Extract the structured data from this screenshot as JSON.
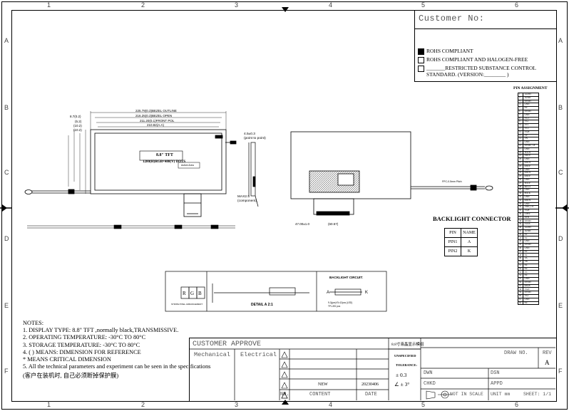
{
  "border": {
    "cols_top": [
      "1",
      "2",
      "3",
      "4",
      "5",
      "6"
    ],
    "cols_bottom": [
      "1",
      "2",
      "3",
      "4",
      "5",
      "6"
    ],
    "rows_left": [
      "A",
      "B",
      "C",
      "D",
      "E",
      "F"
    ],
    "rows_right": [
      "A",
      "B",
      "C",
      "D",
      "E",
      "F"
    ]
  },
  "customer": {
    "label": "Customer No:",
    "rohs": "ROHS COMPLIANT",
    "rohs_hf": "ROHS COMPLIANT  AND HALOGEN-FREE",
    "restricted_1": "_______RESTRICTED SUBSTANCE CONTROL",
    "restricted_2": "STANDARD. (VERSION:________ )"
  },
  "pin_assignment": {
    "title": "PIN ASSIGNMENT",
    "rows": [
      [
        "1",
        "AGND"
      ],
      [
        "2",
        "AVDD"
      ],
      [
        "3",
        "DVDD"
      ],
      [
        "4",
        "GND"
      ],
      [
        "5",
        "NC"
      ],
      [
        "6",
        "DVDD"
      ],
      [
        "7",
        "GND"
      ],
      [
        "8",
        "VG3"
      ],
      [
        "9",
        "VG1"
      ],
      [
        "10",
        "VC1"
      ],
      [
        "11",
        "VC2"
      ],
      [
        "12",
        "VGH"
      ],
      [
        "13",
        "VP"
      ],
      [
        "14",
        "VN"
      ],
      [
        "15",
        "GND"
      ],
      [
        "16",
        "DVDD_1.8"
      ],
      [
        "17",
        "GND"
      ],
      [
        "18",
        "TDCN"
      ],
      [
        "19",
        "DDCP"
      ],
      [
        "20",
        "GND"
      ],
      [
        "21",
        "RDCN"
      ],
      [
        "22",
        "RDCP"
      ],
      [
        "23",
        "GND"
      ],
      [
        "24",
        "RDCN"
      ],
      [
        "25",
        "RDCP"
      ],
      [
        "26",
        "GND"
      ],
      [
        "27",
        "TDCP"
      ],
      [
        "28",
        "MCU1"
      ],
      [
        "29",
        "GND"
      ],
      [
        "30",
        "PDCK"
      ],
      [
        "31",
        "GND"
      ],
      [
        "32",
        "RDCN"
      ],
      [
        "33",
        "GND"
      ],
      [
        "34",
        "VDD_1.8"
      ],
      [
        "35",
        "VGH"
      ],
      [
        "36",
        "STBY"
      ],
      [
        "37",
        "DTB"
      ],
      [
        "38",
        "DVDD"
      ],
      [
        "39",
        "LVDS"
      ],
      [
        "40",
        "AGND"
      ],
      [
        "41",
        "AVDD"
      ],
      [
        "42",
        "NC"
      ],
      [
        "43",
        "NC"
      ],
      [
        "44",
        "GND"
      ],
      [
        "45",
        "DVDD"
      ],
      [
        "46",
        "GND"
      ],
      [
        "47",
        "NC"
      ],
      [
        "48",
        "NC"
      ],
      [
        "49",
        "VA"
      ],
      [
        "50",
        "VK"
      ],
      [
        "51",
        "NC"
      ],
      [
        "52",
        "NC"
      ],
      [
        "53",
        "VC"
      ],
      [
        "54",
        "NC"
      ],
      [
        "55",
        "GND"
      ],
      [
        "56",
        "DVDD"
      ],
      [
        "57",
        "RSLB"
      ],
      [
        "58",
        "VGD"
      ],
      [
        "59",
        "DVDD"
      ],
      [
        "60",
        "VG1"
      ],
      [
        "61",
        "GND"
      ],
      [
        "62",
        "NC"
      ]
    ]
  },
  "backlight": {
    "title": "BACKLIGHT CONNECTOR",
    "header": [
      "PIN",
      "NAME"
    ],
    "rows": [
      [
        "PIN1",
        "A"
      ],
      [
        "PIN2",
        "K"
      ]
    ]
  },
  "drawing": {
    "tft_title": "8.8\" TFT",
    "tft_res": "1280(H)RGB×480(V) DOTS",
    "active_area": "Active Area",
    "dims_top": [
      "225.79(0.3)BEZEL OUTLINE",
      "216.25(0.3)BEZEL OPEN",
      "211.20(0.1)FRONT POL",
      "210.82(A.A)"
    ],
    "dims_left": [
      "8.7(0.2)",
      "(5.2)",
      "(10.2)",
      "(10.2)"
    ],
    "dims_side": [
      "4.5±0.3",
      "(point to point)",
      "MAX2.5",
      "(component)"
    ],
    "dims_back": [
      "47.00±1.0",
      "(60.57)"
    ],
    "fpc_label": "FPC-0.5mm Pitch",
    "bl_label_1": "BACKLIGHT CIRCUIT:",
    "bl_label_2": "9-3(pcs)*3=12pcs (LED)",
    "bl_label_3": "TP-LED pcs",
    "detail": "DETAIL A 2:1",
    "pixel": "STRIPE PIXEL ARRANGEMENT",
    "rgb": [
      "R",
      "G",
      "B"
    ],
    "bl_a": "A",
    "bl_k": "K"
  },
  "notes": [
    "NOTES:",
    "1. DISPLAY TYPE: 8.8\" TFT ,normally black,TRANSMISSIVE.",
    "2. OPERATING TEMPERATURE:   -30°C TO 80°C",
    "3. STORAGE TEMPERATURE:  -30°C TO 80°C",
    "4. ( ) MEANS: DIMENSION FOR REFERENCE",
    "   * MEANS CRITICAL DIMENSION",
    "5. All the technical parameters and experiment can be seen in the specifications",
    "   (客户在装机时, 自己必须断掉保护膜)"
  ],
  "title_block": {
    "customer_approve": "CUSTOMER  APPROVE",
    "mechanical": "Mechanical",
    "electrical": "Electrical",
    "rev_mark": "A",
    "new": "NEW",
    "date_val": "20230406",
    "no": "NO.",
    "content": "CONTENT",
    "date": "DATE",
    "part_desc": "8.8寸液晶显示模组",
    "unspecified": "UNSPECIFIED",
    "tolerance": "TOLERANCE:",
    "tol1": "± 0.3",
    "tol2": "∠ ± 3°",
    "draw_no": "DRAW NO.",
    "rev": "REV",
    "rev_val": "A",
    "dwn": "DWN",
    "dsn": "DSN",
    "chkd": "CHKD",
    "appd": "APPD",
    "not_in_scale": "NOT IN SCALE",
    "unit": "UNIT mm",
    "sheet": "SHEET: 1/1"
  }
}
